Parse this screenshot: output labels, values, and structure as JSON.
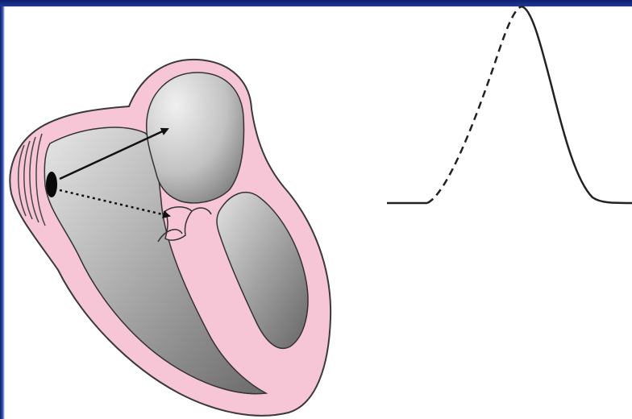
{
  "colors": {
    "frame_navy": "#0d1f6b",
    "frame_blue": "#1e3a9a",
    "myocardium_pink": "#f6c6d6",
    "myocardium_outline": "#3a3a3a",
    "chamber_light": "#d8d8d8",
    "chamber_dark": "#7a7a7a",
    "arrow": "#111111",
    "waveform": "#222222"
  },
  "diagram": {
    "structure": "heart-cross-section",
    "ectopic_focus": "black-dot-left-atrial-wall",
    "arrows": [
      {
        "name": "conduction-to-right-atrium",
        "style": "solid"
      },
      {
        "name": "conduction-to-av-node",
        "style": "dotted"
      }
    ]
  },
  "waveform": {
    "description_shape": "single-peaked-wave",
    "segments": [
      {
        "name": "upstroke",
        "style": "dashed"
      },
      {
        "name": "downstroke",
        "style": "solid"
      }
    ]
  }
}
